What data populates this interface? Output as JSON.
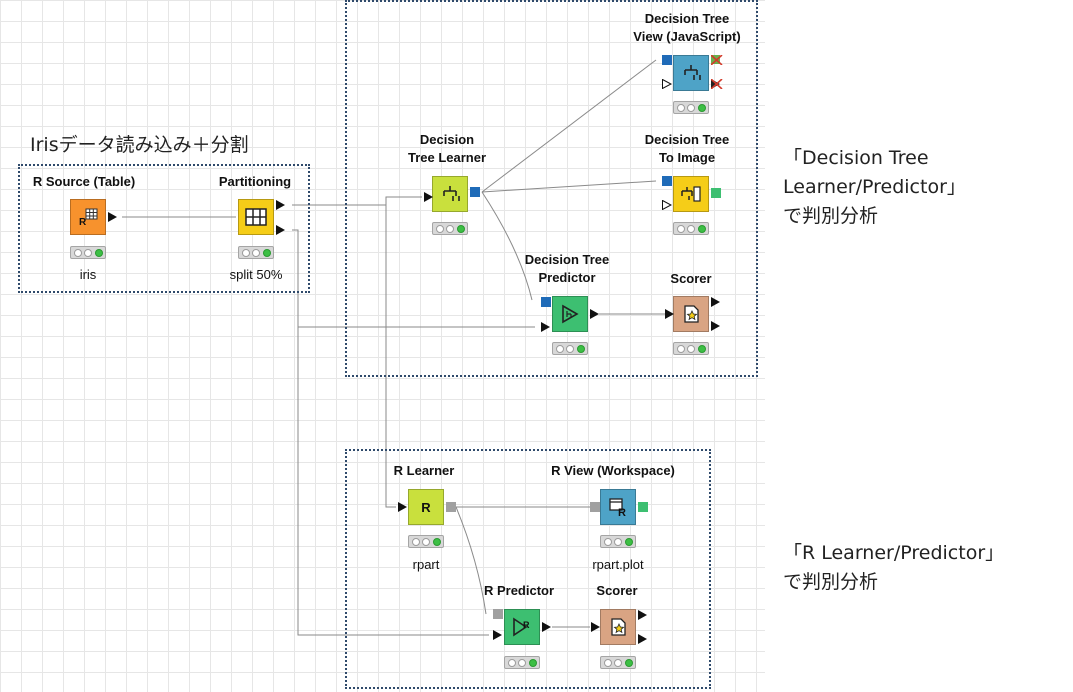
{
  "annotations": {
    "iris_header": "Irisデータ読み込み＋分割",
    "dt_note": "「Decision Tree\nLearner/Predictor」\nで判別分析",
    "r_note": "「R Learner/Predictor」\nで判別分析"
  },
  "nodes": {
    "r_source": {
      "title": "R Source (Table)",
      "label": "iris",
      "color": "#f7922d",
      "icon": "table-icon"
    },
    "partitioning": {
      "title": "Partitioning",
      "label": "split 50%",
      "color": "#f5cd18",
      "icon": "partition-icon"
    },
    "dt_learner": {
      "title": "Decision\nTree Learner",
      "color": "#c9e03d",
      "icon": "tree-icon"
    },
    "dt_view": {
      "title": "Decision Tree\nView (JavaScript)",
      "color": "#4ea3c7",
      "icon": "tree-icon"
    },
    "dt_image": {
      "title": "Decision Tree\nTo Image",
      "color": "#f5cd18",
      "icon": "tree-image-icon"
    },
    "dt_predictor": {
      "title": "Decision Tree\nPredictor",
      "color": "#3dbf71",
      "icon": "predictor-icon"
    },
    "scorer_1": {
      "title": "Scorer",
      "color": "#d9a483",
      "icon": "scorer-icon"
    },
    "r_learner": {
      "title": "R Learner",
      "label": "rpart",
      "color": "#c9e03d",
      "icon": "r-icon",
      "icon_text": "R"
    },
    "r_view": {
      "title": "R View (Workspace)",
      "label": "rpart.plot",
      "color": "#4ea3c7",
      "icon": "r-view-icon"
    },
    "r_predictor": {
      "title": "R Predictor",
      "color": "#3dbf71",
      "icon": "r-predictor-icon"
    },
    "scorer_2": {
      "title": "Scorer",
      "color": "#d9a483",
      "icon": "scorer-icon"
    }
  }
}
